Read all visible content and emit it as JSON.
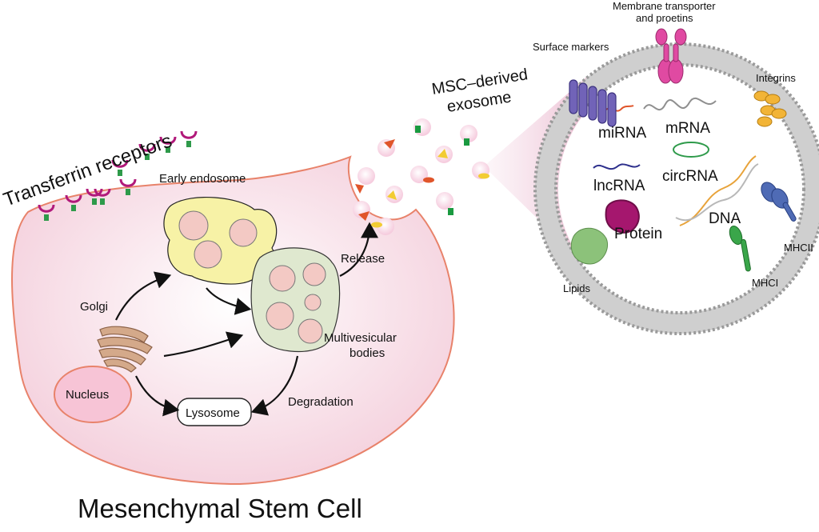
{
  "title": "Mesenchymal Stem Cell",
  "cell": {
    "transferrin_receptors": "Transferrin receptors",
    "early_endosome": "Early endosome",
    "golgi": "Golgi",
    "nucleus": "Nucleus",
    "lysosome": "Lysosome",
    "multivesicular_bodies_line1": "Multivesicular",
    "multivesicular_bodies_line2": "bodies",
    "release": "Release",
    "degradation": "Degradation"
  },
  "exosome": {
    "title_line1": "MSC–derived",
    "title_line2": "exosome",
    "surface_markers": "Surface markers",
    "membrane_line1": "Membrane transporter",
    "membrane_line2": "and proetins",
    "integrins": "Integrins",
    "mirna": "miRNA",
    "mrna": "mRNA",
    "lncrna": "lncRNA",
    "circrna": "circRNA",
    "protein": "Protein",
    "dna": "DNA",
    "lipids": "Lipids",
    "mhcii": "MHCII",
    "mhci": "MHCI"
  },
  "colors": {
    "cell_fill": "#f7dde6",
    "cell_stroke": "#e8826a",
    "endosome_fill": "#f7f2a6",
    "mvb_fill": "#dfe8cf",
    "vesicle_fill": "#f3c9c4",
    "exosome_inner": "#ffffff",
    "lipid_head": "#bfbfbf",
    "magenta": "#b1197a",
    "purple": "#5a4aa0",
    "green": "#2e9a4a"
  }
}
